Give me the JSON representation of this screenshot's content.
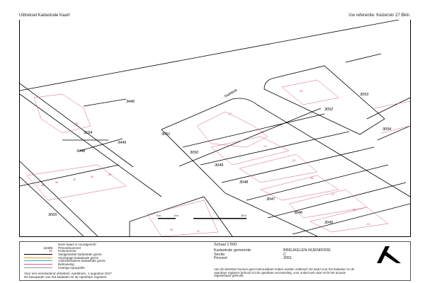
{
  "header": {
    "title": "Uittreksel Kadastrale Kaart",
    "reference": "Uw referentie: Keizerskr 27 Bkln"
  },
  "map": {
    "street": "Dadsbok",
    "parcels": [
      "3446",
      "3154",
      "3445",
      "3448",
      "3065",
      "3051",
      "3050",
      "3049",
      "3048",
      "3047",
      "3046",
      "3045",
      "3052",
      "3053",
      "3054"
    ],
    "house_numbers": [
      "26",
      "28",
      "30",
      "32",
      "34",
      "36",
      "17",
      "19",
      "21",
      "23",
      "25",
      "27",
      "29",
      "31",
      "33",
      "35",
      "37"
    ],
    "scale_bar": [
      "0 m",
      "5 m",
      "25 m"
    ]
  },
  "legend": {
    "items": [
      {
        "symbol": "",
        "label": "Deze kaart is noordgericht"
      },
      {
        "symbol": "12345",
        "label": "Perceelnummer"
      },
      {
        "symbol": "25",
        "label": "Huisnummer"
      },
      {
        "line": "#000000",
        "label": "Vastgestelde kadastrale grens"
      },
      {
        "line": "#e0a020",
        "label": "Voorlopige kadastrale grens"
      },
      {
        "line": "#30b0c0",
        "label": "Administratieve kadastrale grens"
      },
      {
        "line": "#d06080",
        "label": "Bebouwing"
      },
      {
        "line": "#999999",
        "label": "Overige topografie"
      }
    ],
    "footer1": "Voor een eensluidend uittreksel, Apeldoorn, 1 augustus 2017",
    "footer2": "De bewaarder van het kadaster en de openbare registers",
    "scale": "Schaal 1:500",
    "labels": [
      "Kadastrale gemeente",
      "Sectie",
      "Perceel"
    ],
    "values": [
      "BREUKELEN-NIJENRODE",
      "C",
      "3051"
    ],
    "disclaimer": "Aan dit uittreksel kunnen geen betrouwbare maten worden ontleend. De kaart voor het kadaster en de openbare registers behoort tot de openbare verzameling, voor onderzoek naar recht het actuele registerkaart gebruikt."
  }
}
